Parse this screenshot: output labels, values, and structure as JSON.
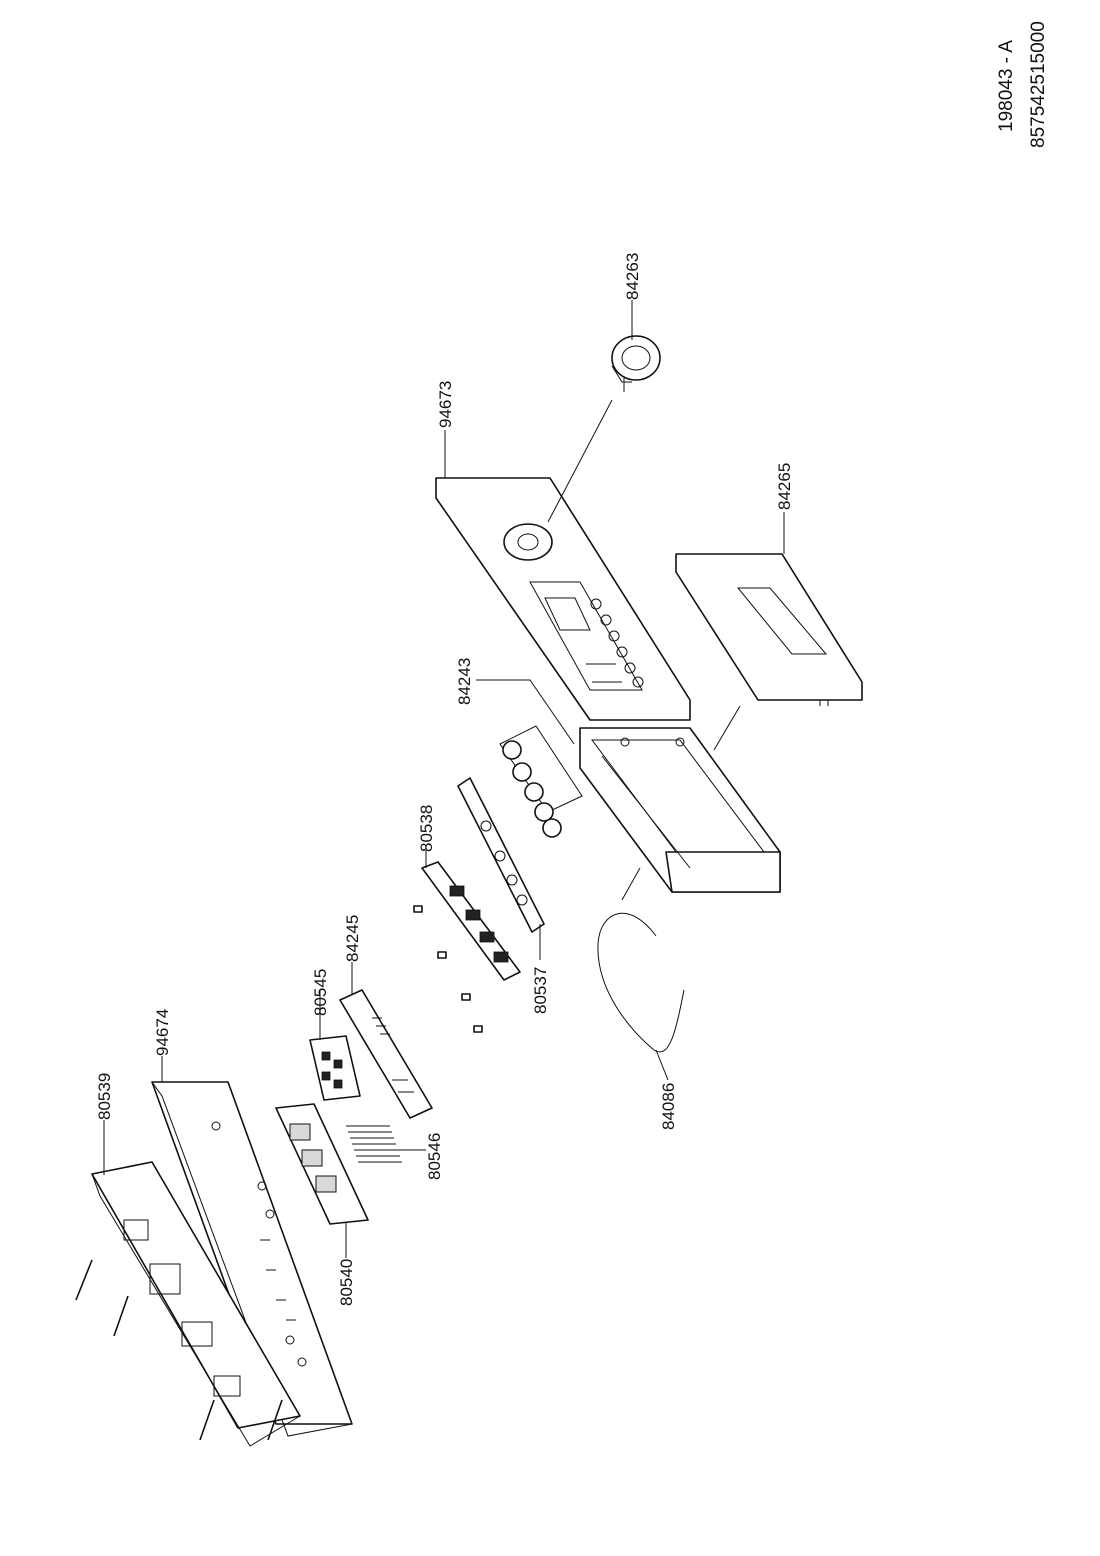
{
  "header": {
    "doc_code": "198043 - A",
    "model_code": "857542515000"
  },
  "labels": {
    "l80539": "80539",
    "l94674": "94674",
    "l80545": "80545",
    "l84245": "84245",
    "l80538": "80538",
    "l84243": "84243",
    "l94673": "94673",
    "l84263": "84263",
    "l84265": "84265",
    "l80546": "80546",
    "l80540": "80540",
    "l80537": "80537",
    "l84086": "84086"
  },
  "colors": {
    "line": "#111111",
    "background": "#ffffff"
  }
}
